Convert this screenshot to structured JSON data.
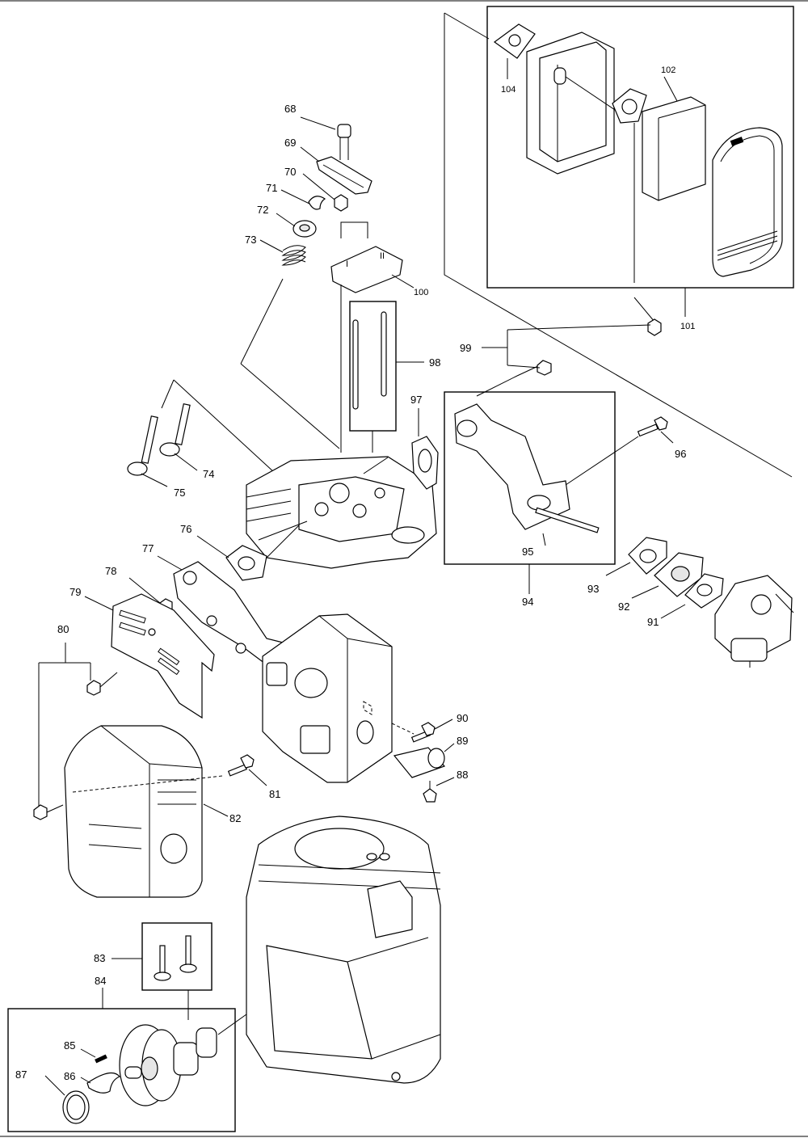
{
  "callouts": {
    "c68": "68",
    "c69": "69",
    "c70": "70",
    "c71": "71",
    "c72": "72",
    "c73": "73",
    "c74": "74",
    "c75": "75",
    "c76": "76",
    "c77": "77",
    "c78": "78",
    "c79": "79",
    "c80": "80",
    "c81": "81",
    "c82": "82",
    "c83": "83",
    "c84": "84",
    "c85": "85",
    "c86": "86",
    "c87": "87",
    "c88": "88",
    "c89": "89",
    "c90": "90",
    "c91": "91",
    "c92": "92",
    "c93": "93",
    "c94": "94",
    "c95": "95",
    "c96": "96",
    "c97": "97",
    "c98": "98",
    "c99": "99",
    "c100": "100",
    "c101": "101",
    "c102": "102",
    "c104": "104"
  }
}
